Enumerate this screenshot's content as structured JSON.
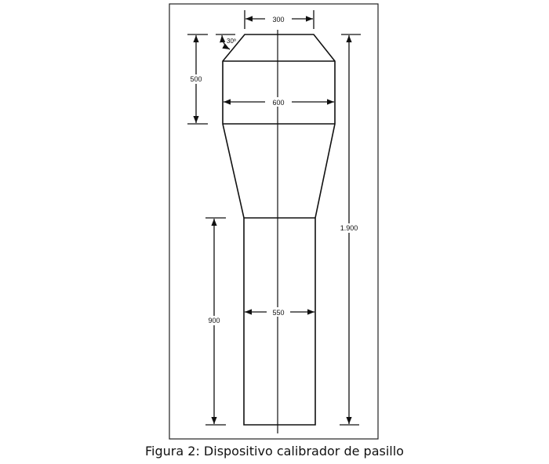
{
  "figure": {
    "caption": "Figura 2: Dispositivo calibrador de pasillo",
    "dimensions": {
      "top_width": "300",
      "upper_width": "600",
      "lower_width": "550",
      "upper_height": "500",
      "lower_height": "900",
      "total_height": "1.900",
      "chamfer_angle": "30º"
    }
  }
}
